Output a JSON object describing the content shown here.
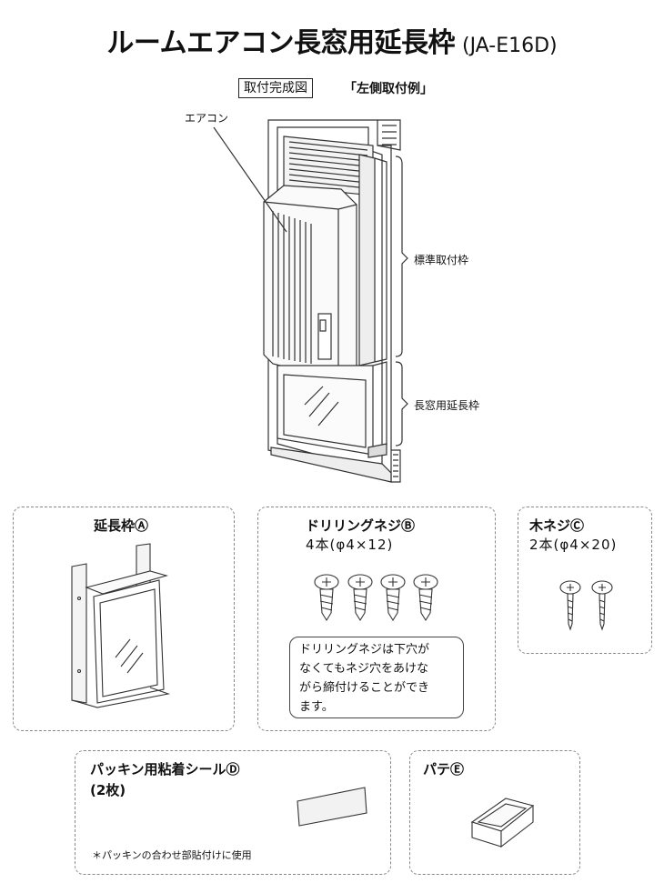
{
  "header": {
    "title": "ルームエアコン長窓用延長枠",
    "model": "(JA-E16D)"
  },
  "figure": {
    "boxed_label": "取付完成図",
    "example_label": "「左側取付例」",
    "callout_aircon": "エアコン",
    "callout_standard_frame": "標準取付枠",
    "callout_extension_frame": "長窓用延長枠"
  },
  "parts": [
    {
      "title": "延長枠Ⓐ"
    },
    {
      "title": "ドリリングネジⒷ",
      "spec": "4本(φ4×12)",
      "note": [
        "ドリリングネジは下穴が",
        "なくてもネジ穴をあけな",
        "がら締付けることができ",
        "ます。"
      ]
    },
    {
      "title": "木ネジⒸ",
      "spec": "2本(φ4×20)"
    },
    {
      "title": "パッキン用粘着シールⒹ",
      "spec": "(2枚)",
      "footnote": "＊パッキンの合わせ部貼付けに使用"
    },
    {
      "title": "パテⒺ"
    }
  ]
}
